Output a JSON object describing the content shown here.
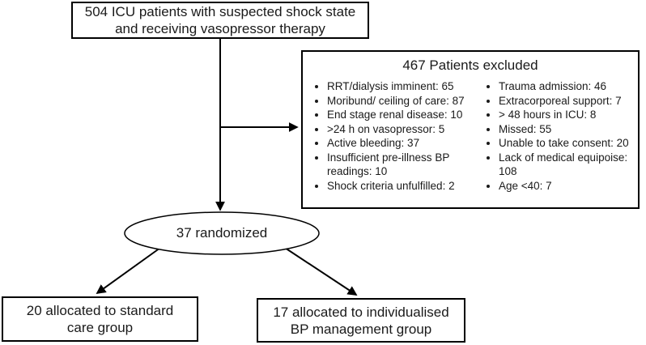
{
  "diagram": {
    "top_box": {
      "line1": "504 ICU patients with suspected shock state",
      "line2": "and receiving vasopressor therapy"
    },
    "excluded_box": {
      "title": "467 Patients excluded",
      "left_items": [
        "RRT/dialysis imminent: 65",
        "Moribund/ ceiling of care: 87",
        "End stage renal disease: 10",
        ">24 h on vasopressor: 5",
        "Active bleeding: 37",
        "Insufficient pre-illness BP readings: 10",
        "Shock criteria unfulfilled: 2"
      ],
      "right_items": [
        "Trauma admission: 46",
        "Extracorporeal support: 7",
        "> 48 hours in ICU: 8",
        "Missed: 55",
        "Unable to take consent: 20",
        "Lack of medical equipoise: 108",
        "Age <40: 7"
      ]
    },
    "randomized_ellipse": {
      "label": "37 randomized"
    },
    "left_box": {
      "line1": "20 allocated to standard",
      "line2": "care group"
    },
    "right_box": {
      "line1": "17 allocated to individualised",
      "line2": "BP management group"
    },
    "colors": {
      "line": "#000000",
      "text": "#1a1a1a",
      "background": "#ffffff"
    }
  }
}
